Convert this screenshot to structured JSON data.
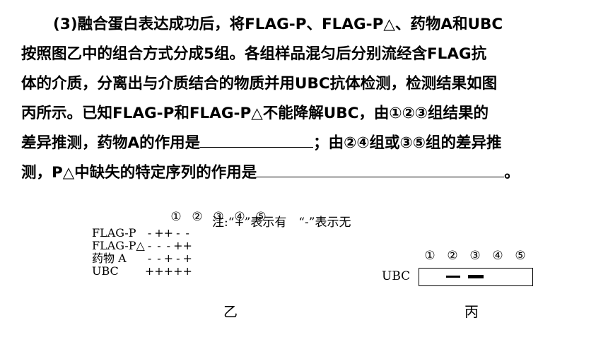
{
  "question": {
    "line1": "(3)融合蛋白表达成功后，将FLAG-P、FLAG-P△、药物A和UBC",
    "line2": "按照图乙中的组合方式分成5组。各组样品混匀后分别流经含FLAG抗",
    "line3": "体的介质，分离出与介质结合的物质并用UBC抗体检测，检测结果如图",
    "line4": "丙所示。已知FLAG-P和FLAG-P△不能降解UBC，由①②③组结果的",
    "line5a": "差异推测，药物A的作用是",
    "line5b": "；由②④组或③⑤组的差异推",
    "line6a": "测，P△中缺失的特定序列的作用是",
    "line6b": "。"
  },
  "figure_yi": {
    "group_labels": [
      "①",
      "②",
      "③",
      "④",
      "⑤"
    ],
    "note": "注:“+”表示有　“-”表示无",
    "rows": [
      {
        "label": "FLAG-P",
        "cells": [
          "-",
          "+",
          "+",
          "-",
          "-"
        ]
      },
      {
        "label": "FLAG-P△",
        "cells": [
          "-",
          "-",
          "-",
          "+",
          "+"
        ]
      },
      {
        "label": "药物 A",
        "cells": [
          "-",
          "-",
          "+",
          "-",
          "+"
        ]
      },
      {
        "label": "UBC",
        "cells": [
          "+",
          "+",
          "+",
          "+",
          "+"
        ]
      }
    ],
    "caption": "乙"
  },
  "figure_bing": {
    "group_labels": [
      "①",
      "②",
      "③",
      "④",
      "⑤"
    ],
    "row_label": "UBC",
    "bands": [
      "none",
      "thin",
      "thick",
      "none",
      "none"
    ],
    "caption": "丙"
  }
}
